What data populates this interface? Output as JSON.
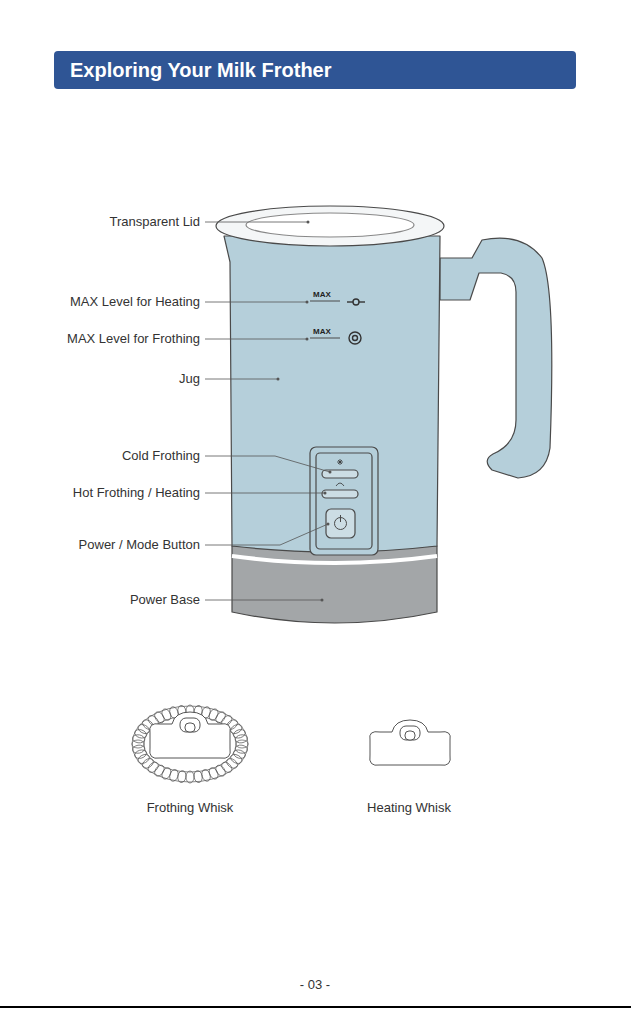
{
  "diagram": {
    "title": "Exploring Your Milk Frother",
    "labels": [
      "Transparent Lid",
      "MAX Level for Heating",
      "MAX Level for Frothing",
      "Jug",
      "Cold Frothing",
      "Hot Frothing / Heating",
      "Power / Mode Button",
      "Power Base",
      "MAX",
      "MAX",
      "Frothing Whisk",
      "Heating Whisk",
      "- 03 -"
    ]
  }
}
